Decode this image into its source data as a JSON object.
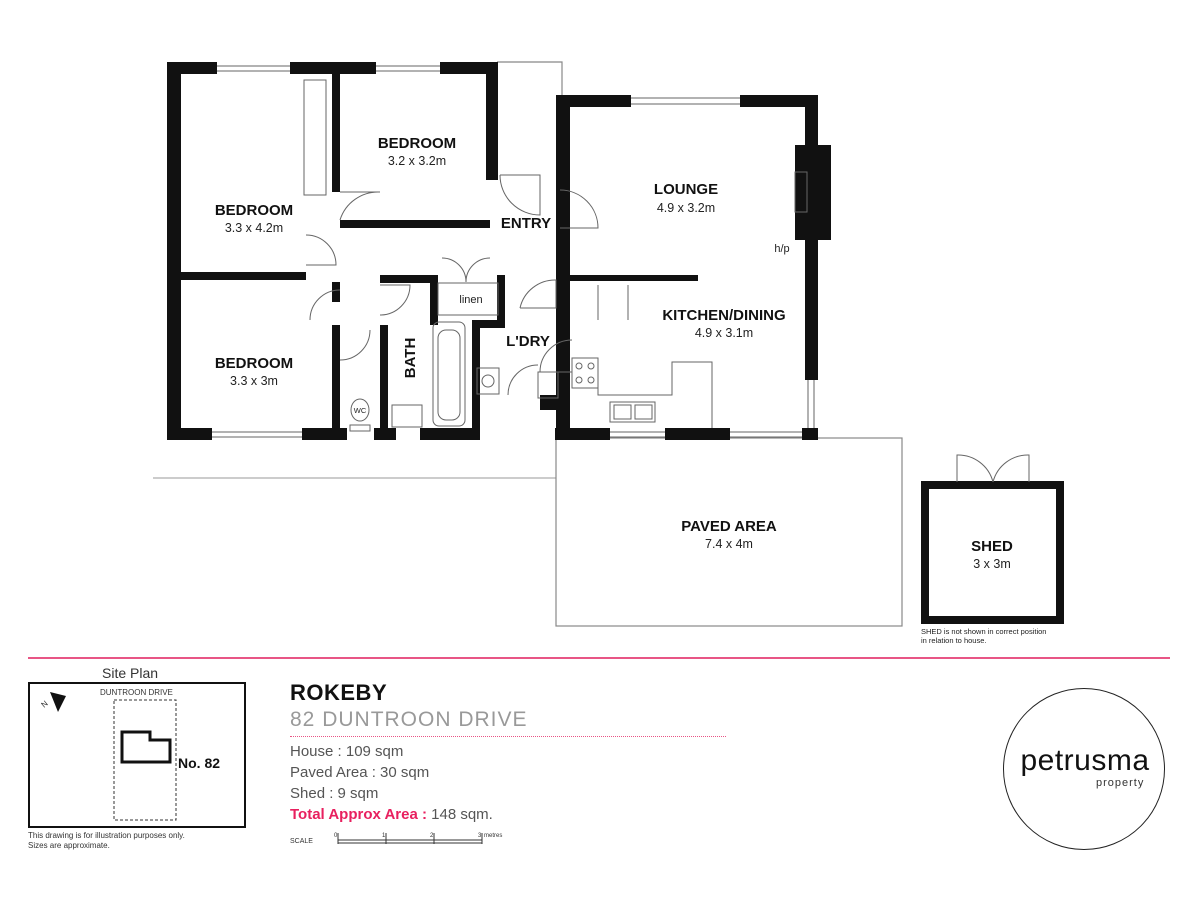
{
  "rooms": {
    "bedroom_top": {
      "name": "BEDROOM",
      "dim": "3.2 x 3.2m"
    },
    "bedroom_left": {
      "name": "BEDROOM",
      "dim": "3.3 x 4.2m"
    },
    "bedroom_bottom": {
      "name": "BEDROOM",
      "dim": "3.3 x 3m"
    },
    "entry": {
      "name": "ENTRY"
    },
    "lounge": {
      "name": "LOUNGE",
      "dim": "4.9 x 3.2m"
    },
    "kitchen": {
      "name": "KITCHEN/DINING",
      "dim": "4.9 x 3.1m"
    },
    "laundry": {
      "name": "L'DRY"
    },
    "bath": {
      "name": "BATH"
    },
    "linen": {
      "name": "linen"
    },
    "hp": {
      "name": "h/p"
    },
    "wc": {
      "name": "WC"
    },
    "paved": {
      "name": "PAVED AREA",
      "dim": "7.4 x 4m"
    },
    "shed": {
      "name": "SHED",
      "dim": "3 x 3m"
    }
  },
  "shed_note": [
    "SHED is not shown  in correct position",
    "in relation to house."
  ],
  "site_plan": {
    "title": "Site Plan",
    "street": "DUNTROON DRIVE",
    "lot": "No. 82",
    "north": "N",
    "note": [
      "This drawing is for illustration purposes only.",
      "Sizes are approximate."
    ]
  },
  "property": {
    "suburb": "ROKEBY",
    "address": "82 DUNTROON DRIVE",
    "house": "House : 109 sqm",
    "paved": "Paved Area : 30 sqm",
    "shed": "Shed : 9 sqm",
    "total_label": "Total Approx Area :",
    "total_value": "148 sqm."
  },
  "scale": {
    "label": "SCALE",
    "ticks": [
      "0",
      "1",
      "2",
      "3"
    ],
    "unit": "metres"
  },
  "logo": {
    "brand": "petrusma",
    "sub": "property"
  },
  "colors": {
    "accent": "#e85585",
    "total": "#e8205f",
    "wall": "#111111"
  }
}
